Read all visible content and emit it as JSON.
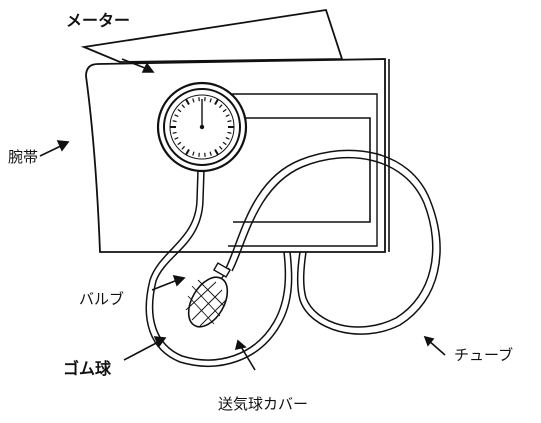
{
  "labels": {
    "meter": "メーター",
    "cuff": "腕帯",
    "valve": "バルブ",
    "rubber_bulb": "ゴム球",
    "bulb_cover": "送気球カバー",
    "tube": "チューブ"
  },
  "colors": {
    "line": "#111111",
    "text": "#111111",
    "background": "#ffffff"
  }
}
